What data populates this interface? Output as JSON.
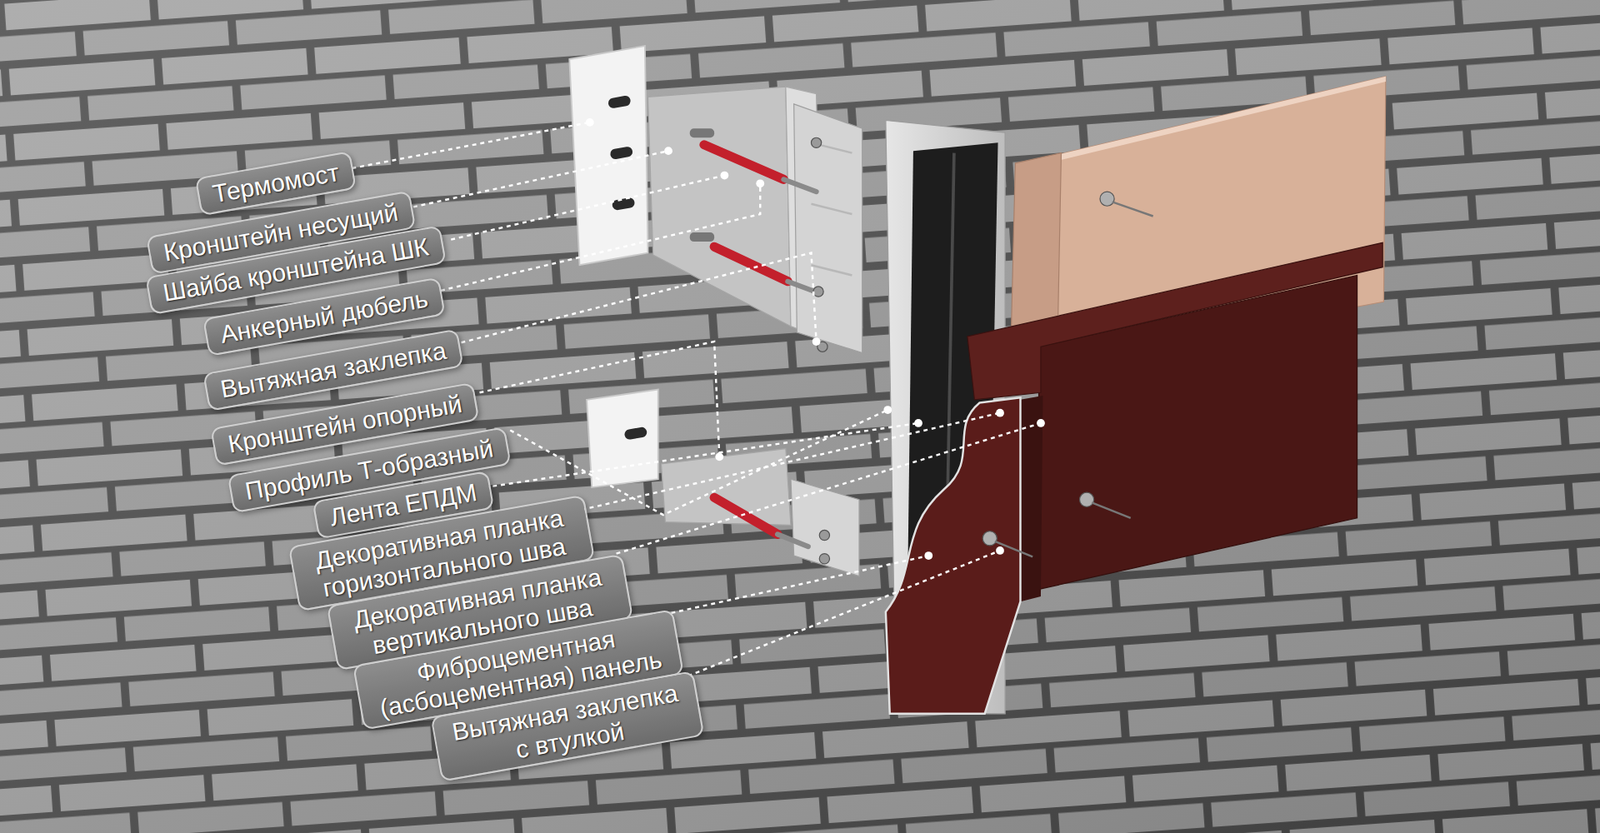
{
  "diagram": {
    "nodes": [
      {
        "text": [
          "Термомост"
        ]
      },
      {
        "text": [
          "Кронштейн несущий"
        ]
      },
      {
        "text": [
          "Шайба кронштейна ШК"
        ]
      },
      {
        "text": [
          "Анкерный дюбель"
        ]
      },
      {
        "text": [
          "Вытяжная заклепка"
        ]
      },
      {
        "text": [
          "Кронштейн опорный"
        ]
      },
      {
        "text": [
          "Профиль Т-образный"
        ]
      },
      {
        "text": [
          "Лента ЕПДМ"
        ]
      },
      {
        "text": [
          "Декоративная планка горизонтального шва"
        ]
      },
      {
        "text": [
          "Декоративная планка вертикального шва"
        ]
      },
      {
        "text": [
          "Фиброцементная (асбоцементная) панель"
        ]
      },
      {
        "text": [
          "Вытяжная заклепка с втулкой"
        ]
      }
    ]
  }
}
